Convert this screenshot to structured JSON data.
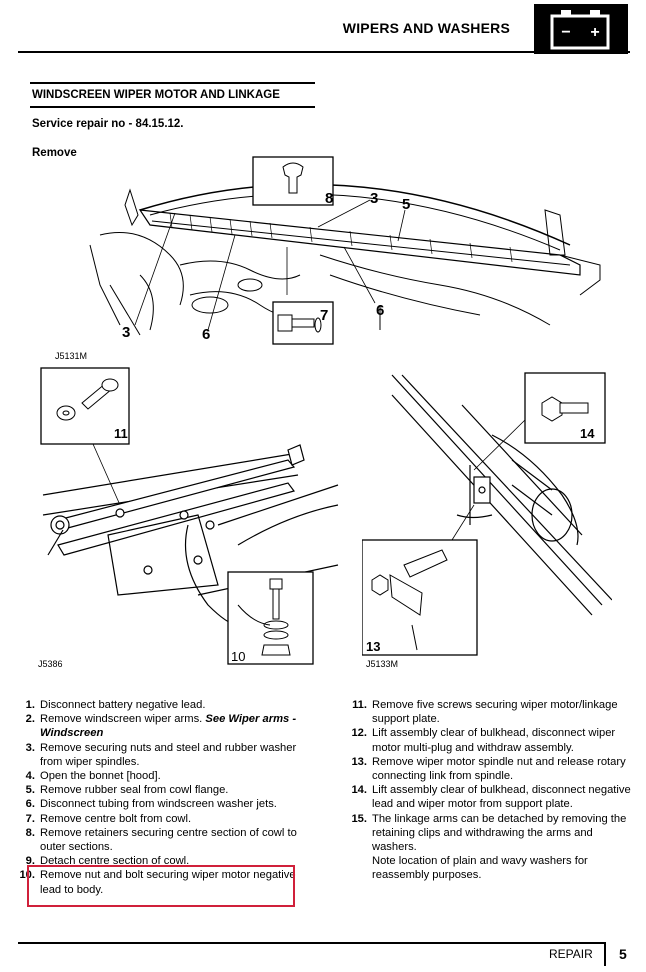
{
  "header": {
    "title": "WIPERS AND WASHERS",
    "icon": "battery-icon",
    "battery_minus": "−",
    "battery_plus": "+"
  },
  "section": {
    "title": "WINDSCREEN WIPER MOTOR AND LINKAGE",
    "service_no": "Service repair no - 84.15.12.",
    "subheading": "Remove"
  },
  "figures": {
    "top": {
      "code": "J5131M",
      "callouts": [
        "8",
        "3",
        "5",
        "3",
        "6",
        "7",
        "6"
      ]
    },
    "left": {
      "code": "J5386",
      "callouts": [
        "11",
        "10"
      ]
    },
    "right": {
      "code": "J5133M",
      "callouts": [
        "14",
        "13"
      ]
    }
  },
  "steps_left": [
    {
      "num": "1.",
      "text": "Disconnect battery negative lead."
    },
    {
      "num": "2.",
      "text": "Remove windscreen wiper arms. ",
      "ref": "See Wiper arms - Windscreen"
    },
    {
      "num": "3.",
      "text": "Remove securing nuts and steel and rubber washer from wiper spindles."
    },
    {
      "num": "4.",
      "text": "Open the bonnet [hood]."
    },
    {
      "num": "5.",
      "text": "Remove rubber seal from cowl flange."
    },
    {
      "num": "6.",
      "text": "Disconnect tubing from windscreen washer jets."
    },
    {
      "num": "7.",
      "text": "Remove centre bolt from cowl."
    },
    {
      "num": "8.",
      "text": "Remove retainers securing centre section of cowl to outer sections."
    },
    {
      "num": "9.",
      "text": "Detach centre section of cowl."
    },
    {
      "num": "10.",
      "text": "Remove nut and bolt securing wiper motor negative lead to body."
    }
  ],
  "steps_right": [
    {
      "num": "11.",
      "text": "Remove five screws securing wiper motor/linkage support plate."
    },
    {
      "num": "12.",
      "text": "Lift assembly clear of bulkhead, disconnect wiper motor multi-plug and withdraw assembly."
    },
    {
      "num": "13.",
      "text": "Remove wiper motor spindle nut and release rotary connecting link from spindle."
    },
    {
      "num": "14.",
      "text": "Lift assembly clear of bulkhead, disconnect negative lead and wiper motor from support plate."
    },
    {
      "num": "15.",
      "text": "The linkage arms can be detached by removing the retaining clips and withdrawing the arms and washers."
    },
    {
      "num": "",
      "text": "Note location of plain and wavy washers for reassembly purposes."
    }
  ],
  "footer": {
    "label": "REPAIR",
    "page": "5"
  }
}
